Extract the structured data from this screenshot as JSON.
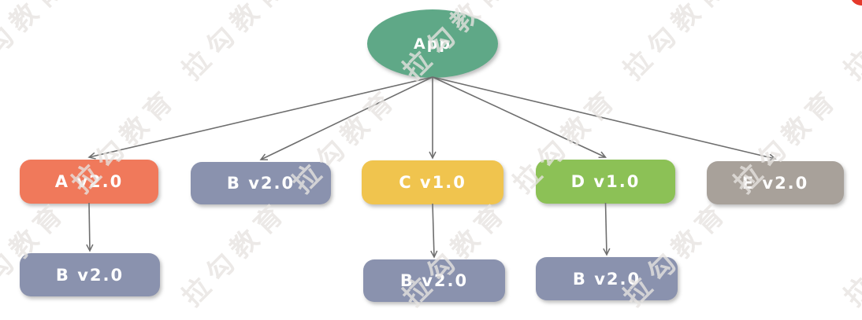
{
  "diagram": {
    "watermark": {
      "text": "拉勾教育",
      "color": "#e7e4e1",
      "opacity": 0.78
    },
    "text_color": "#ffffff",
    "edge_color": "#6e6e6e",
    "corner_badge_color": "#e5392b",
    "nodes": [
      {
        "id": "app",
        "label": "App",
        "shape": "ellipse",
        "color": "#5fa887"
      },
      {
        "id": "a",
        "label": "A v2.0",
        "shape": "rect",
        "color": "#f0795b"
      },
      {
        "id": "b",
        "label": "B v2.0",
        "shape": "rect",
        "color": "#8a92ae"
      },
      {
        "id": "c",
        "label": "C v1.0",
        "shape": "rect",
        "color": "#f0c44e"
      },
      {
        "id": "d",
        "label": "D v1.0",
        "shape": "rect",
        "color": "#8cc156"
      },
      {
        "id": "e",
        "label": "E v2.0",
        "shape": "rect",
        "color": "#a8a19a"
      },
      {
        "id": "b2",
        "label": "B v2.0",
        "shape": "rect",
        "color": "#8a92ae"
      },
      {
        "id": "b3",
        "label": "B v2.0",
        "shape": "rect",
        "color": "#8a92ae"
      },
      {
        "id": "b4",
        "label": "B v2.0",
        "shape": "rect",
        "color": "#8a92ae"
      }
    ],
    "edges": [
      {
        "from": "app",
        "to": "a"
      },
      {
        "from": "app",
        "to": "b"
      },
      {
        "from": "app",
        "to": "c"
      },
      {
        "from": "app",
        "to": "d"
      },
      {
        "from": "app",
        "to": "e"
      },
      {
        "from": "a",
        "to": "b2"
      },
      {
        "from": "c",
        "to": "b3"
      },
      {
        "from": "d",
        "to": "b4"
      }
    ]
  }
}
